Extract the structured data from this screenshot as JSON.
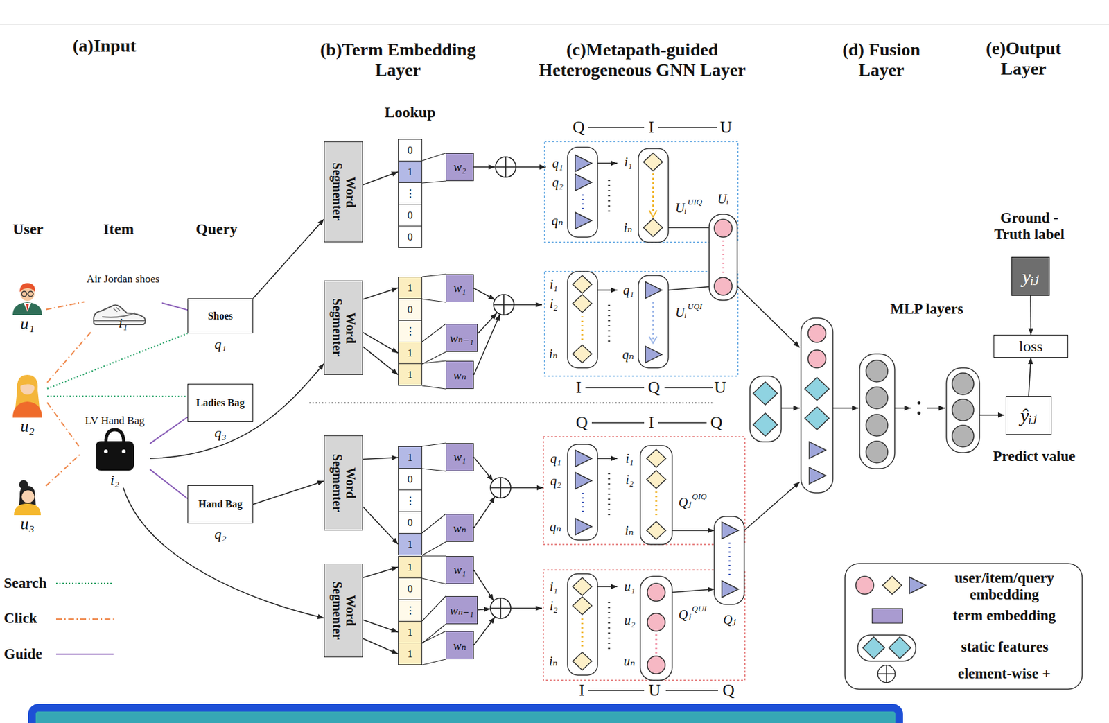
{
  "diagram": {
    "nodes": [
      {
        "text": [
          "u₁"
        ]
      },
      {
        "text": [
          "u₂"
        ]
      },
      {
        "text": [
          "u₃"
        ]
      },
      {
        "text": [
          "Air Jordan shoes",
          "i₁"
        ]
      },
      {
        "text": [
          "LV Hand Bag",
          "i₂"
        ]
      },
      {
        "text": [
          "Shoes",
          "q₁"
        ]
      },
      {
        "text": [
          "Ladies Bag",
          "q₃"
        ]
      },
      {
        "text": [
          "Hand Bag",
          "q₂"
        ]
      },
      {
        "text": [
          "Word Segmenter"
        ]
      },
      {
        "text": [
          "Word Segmenter"
        ]
      },
      {
        "text": [
          "Word Segmenter"
        ]
      },
      {
        "text": [
          "Word Segmenter"
        ]
      },
      {
        "text": [
          "0"
        ]
      },
      {
        "text": [
          "1"
        ]
      },
      {
        "text": [
          "⋮"
        ]
      },
      {
        "text": [
          "0"
        ]
      },
      {
        "text": [
          "0"
        ]
      },
      {
        "text": [
          "1"
        ]
      },
      {
        "text": [
          "0"
        ]
      },
      {
        "text": [
          "⋮"
        ]
      },
      {
        "text": [
          "1"
        ]
      },
      {
        "text": [
          "1"
        ]
      },
      {
        "text": [
          "1"
        ]
      },
      {
        "text": [
          "0"
        ]
      },
      {
        "text": [
          "⋮"
        ]
      },
      {
        "text": [
          "0"
        ]
      },
      {
        "text": [
          "1"
        ]
      },
      {
        "text": [
          "1"
        ]
      },
      {
        "text": [
          "0"
        ]
      },
      {
        "text": [
          "⋮"
        ]
      },
      {
        "text": [
          "1"
        ]
      },
      {
        "text": [
          "1"
        ]
      },
      {
        "text": [
          "w₂"
        ]
      },
      {
        "text": [
          "w₁"
        ]
      },
      {
        "text": [
          "wₙ₋₁"
        ]
      },
      {
        "text": [
          "wₙ"
        ]
      },
      {
        "text": [
          "w₁"
        ]
      },
      {
        "text": [
          "wₙ"
        ]
      },
      {
        "text": [
          "w₁"
        ]
      },
      {
        "text": [
          "wₙ₋₁"
        ]
      },
      {
        "text": [
          "wₙ"
        ]
      },
      {
        "text": [
          "yᵢⱼ"
        ]
      },
      {
        "text": [
          "loss"
        ]
      },
      {
        "text": [
          "ŷᵢⱼ"
        ]
      }
    ],
    "edges": [
      {
        "from": 0,
        "to": 3,
        "arrow": "none"
      },
      {
        "from": 1,
        "to": 3,
        "arrow": "none"
      },
      {
        "from": 1,
        "to": 5,
        "arrow": "none"
      },
      {
        "from": 1,
        "to": 6,
        "arrow": "none"
      },
      {
        "from": 1,
        "to": 4,
        "arrow": "none"
      },
      {
        "from": 2,
        "to": 4,
        "arrow": "none"
      },
      {
        "from": 3,
        "to": 5,
        "arrow": "none"
      },
      {
        "from": 4,
        "to": 6,
        "arrow": "none"
      },
      {
        "from": 4,
        "to": 7,
        "arrow": "none"
      },
      {
        "from": 5,
        "to": 8,
        "arrow": "to"
      },
      {
        "from": 4,
        "to": 9,
        "arrow": "to"
      },
      {
        "from": 7,
        "to": 10,
        "arrow": "to"
      },
      {
        "from": 4,
        "to": 11,
        "arrow": "to"
      },
      {
        "from": 8,
        "to": 13,
        "arrow": "to"
      },
      {
        "from": 9,
        "to": 17,
        "arrow": "to"
      },
      {
        "from": 9,
        "to": 20,
        "arrow": "to"
      },
      {
        "from": 9,
        "to": 21,
        "arrow": "to"
      },
      {
        "from": 10,
        "to": 22,
        "arrow": "to"
      },
      {
        "from": 10,
        "to": 26,
        "arrow": "to"
      },
      {
        "from": 11,
        "to": 27,
        "arrow": "to"
      },
      {
        "from": 11,
        "to": 30,
        "arrow": "to"
      },
      {
        "from": 11,
        "to": 31,
        "arrow": "to"
      },
      {
        "from": 13,
        "to": 32,
        "arrow": "none"
      },
      {
        "from": 17,
        "to": 33,
        "arrow": "none"
      },
      {
        "from": 20,
        "to": 34,
        "arrow": "none"
      },
      {
        "from": 21,
        "to": 35,
        "arrow": "none"
      },
      {
        "from": 22,
        "to": 36,
        "arrow": "none"
      },
      {
        "from": 26,
        "to": 37,
        "arrow": "none"
      },
      {
        "from": 27,
        "to": 38,
        "arrow": "none"
      },
      {
        "from": 30,
        "to": 39,
        "arrow": "none"
      },
      {
        "from": 31,
        "to": 40,
        "arrow": "none"
      },
      {
        "from": 41,
        "to": 42,
        "arrow": "to"
      },
      {
        "from": 43,
        "to": 42,
        "arrow": "to"
      }
    ],
    "labels": [
      "(a)Input",
      "(b)Term Embedding Layer",
      "(c)Metapath-guided Heterogeneous GNN Layer",
      "(d) Fusion Layer",
      "(e)Output Layer",
      "Lookup",
      "User",
      "Item",
      "Query",
      "Q",
      "I",
      "U",
      "q₁",
      "q₂",
      "qₙ",
      "i₁",
      "iₙ",
      "Uᵢ",
      "UIQ",
      "Uᵢ",
      "i₁",
      "i₂",
      "iₙ",
      "q₁",
      "qₙ",
      "Uᵢ",
      "UQI",
      "I",
      "Q",
      "U",
      "Q",
      "I",
      "Q",
      "q₁",
      "q₂",
      "qₙ",
      "i₁",
      "i₂",
      "iₙ",
      "Qⱼ",
      "QIQ",
      "i₁",
      "i₂",
      "iₙ",
      "u₁",
      "u₂",
      "uₙ",
      "Qⱼ",
      "QUI",
      "Qⱼ",
      "I",
      "U",
      "Q",
      "MLP layers",
      "Ground - Truth label",
      "Predict value"
    ],
    "legend": [
      {
        "text": "Search"
      },
      {
        "text": "Click"
      },
      {
        "text": "Guide"
      },
      {
        "text": "user/item/query embedding"
      },
      {
        "text": "term embedding",
        "color": "#a99bd0"
      },
      {
        "text": "static features"
      },
      {
        "text": "element-wise +"
      }
    ]
  }
}
